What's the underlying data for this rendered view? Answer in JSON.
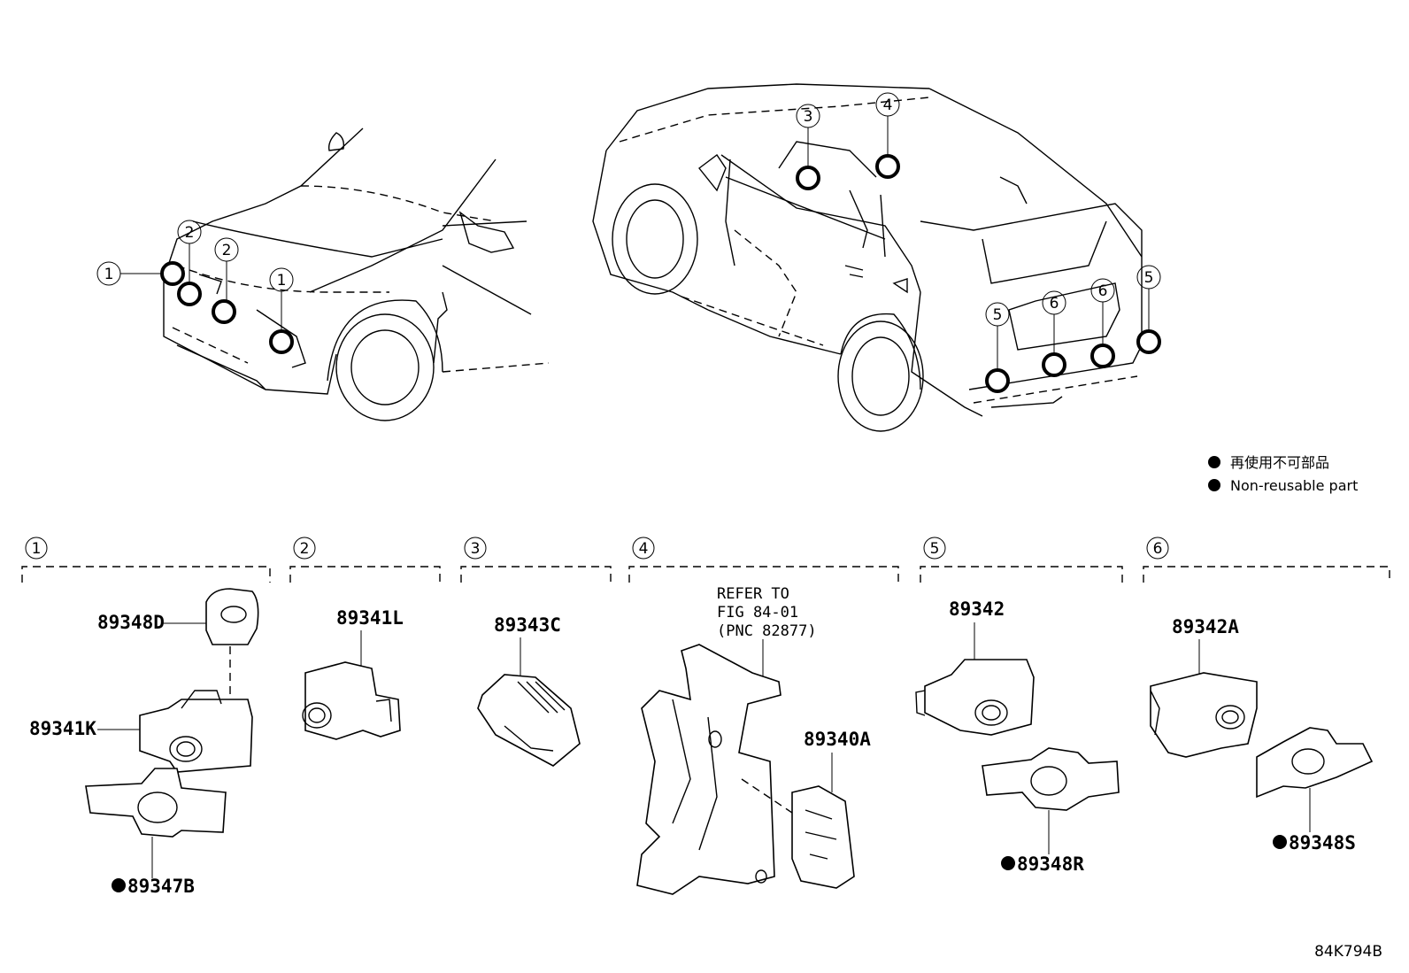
{
  "callout_numbers": [
    "1",
    "2",
    "3",
    "4",
    "5",
    "6"
  ],
  "legend": {
    "japanese": "再使用不可部品",
    "english": "Non-reusable part"
  },
  "groups": [
    {
      "number": "1",
      "parts": [
        "89348D",
        "89341K",
        "89347B"
      ]
    },
    {
      "number": "2",
      "parts": [
        "89341L"
      ]
    },
    {
      "number": "3",
      "parts": [
        "89343C"
      ]
    },
    {
      "number": "4",
      "parts": [
        "89340A"
      ],
      "reference": [
        "REFER TO",
        "FIG 84-01",
        "(PNC 82877)"
      ]
    },
    {
      "number": "5",
      "parts": [
        "89342",
        "89348R"
      ]
    },
    {
      "number": "6",
      "parts": [
        "89342A",
        "89348S"
      ]
    }
  ],
  "non_reusable_marker": "●",
  "figure_code": "84K794B"
}
